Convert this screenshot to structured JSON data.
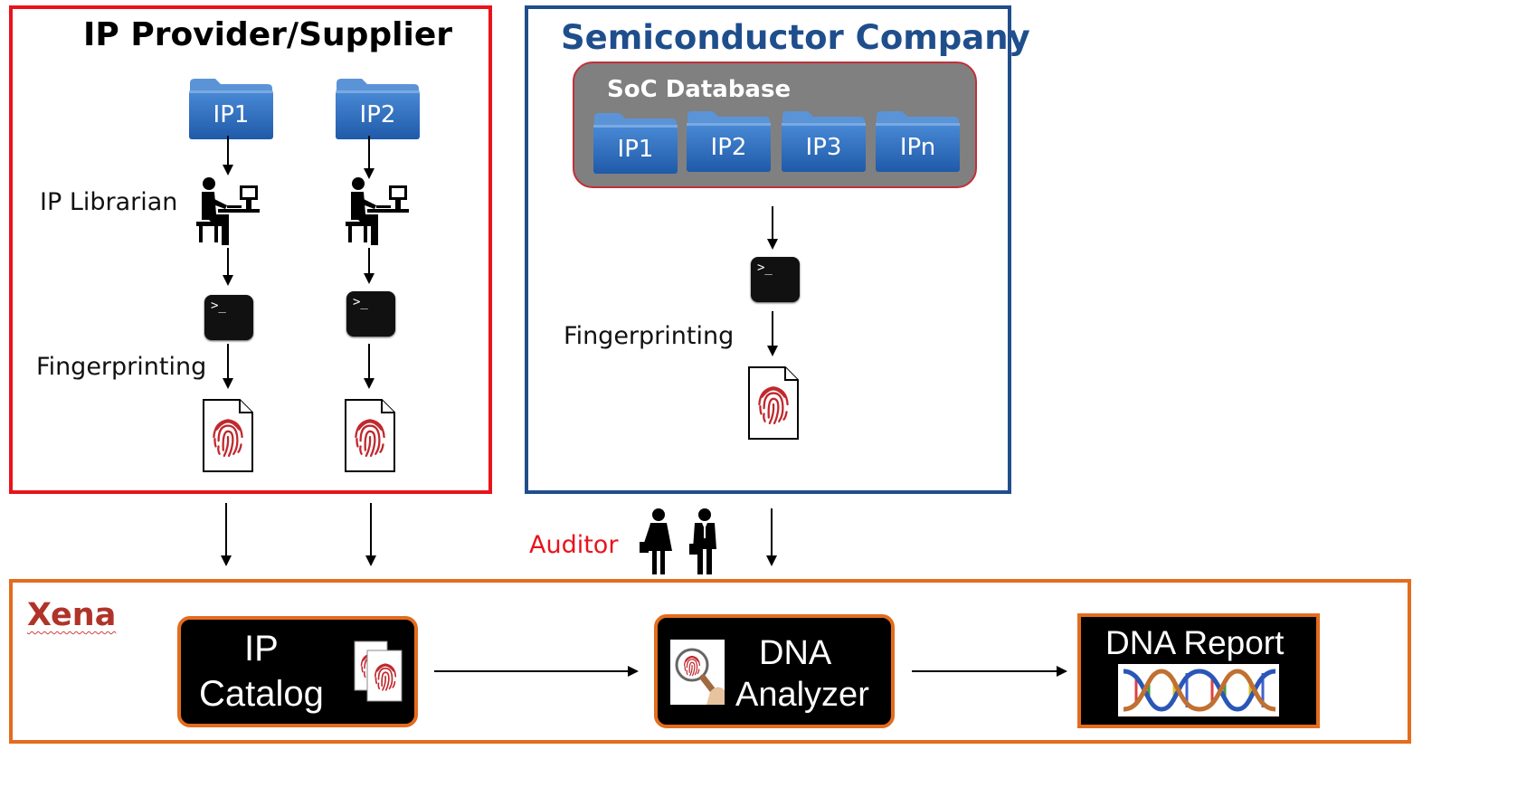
{
  "provider": {
    "title": "IP Provider/Supplier",
    "folders": [
      "IP1",
      "IP2"
    ],
    "librarian_label": "IP Librarian",
    "fingerprinting_label": "Fingerprinting"
  },
  "semiconductor": {
    "title": "Semiconductor Company",
    "database": {
      "title": "SoC Database",
      "folders": [
        "IP1",
        "IP2",
        "IP3",
        "IPn"
      ]
    },
    "fingerprinting_label": "Fingerprinting"
  },
  "auditor_label": "Auditor",
  "xena": {
    "title": "Xena",
    "ip_catalog": {
      "line1": "IP",
      "line2": "Catalog"
    },
    "dna_analyzer": {
      "line1": "DNA",
      "line2": "Analyzer"
    },
    "dna_report": {
      "label": "DNA Report"
    }
  },
  "colors": {
    "provider_border": "#e8131b",
    "semiconductor_border": "#1f4e8c",
    "semiconductor_title": "#1f4e8c",
    "xena_border": "#e36c1e",
    "xena_title": "#b0332a",
    "auditor": "#e8131b",
    "folder": "#2f6fbf",
    "database_bg": "#808080",
    "fingerprint": "#c0282d"
  }
}
